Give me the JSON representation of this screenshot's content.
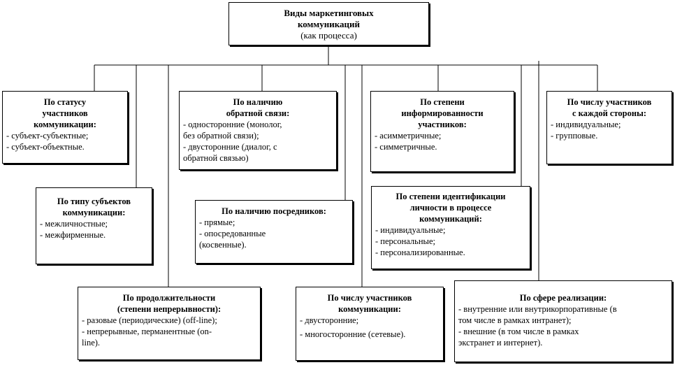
{
  "root": {
    "title_lines": [
      "Виды маркетинговых",
      "коммуникаций"
    ],
    "subtitle": "(как процесса)"
  },
  "boxes": {
    "status": {
      "title_lines": [
        "По статусу",
        "участников",
        "коммуникации:"
      ],
      "items": [
        "- субъект-субъектные;",
        "- субъект-объектные."
      ]
    },
    "feedback": {
      "title_lines": [
        "По наличию",
        "обратной связи:"
      ],
      "items": [
        "- односторонние (монолог,",
        "без обратной связи);",
        "- двусторонние (диалог, с",
        "обратной связью)"
      ]
    },
    "awareness": {
      "title_lines": [
        "По степени",
        "информированности",
        "участников:"
      ],
      "items": [
        "- асимметричные;",
        "- симметричные."
      ]
    },
    "participants_side": {
      "title_lines": [
        "По числу участников",
        "с каждой стороны:"
      ],
      "items": [
        "- индивидуальные;",
        "- групповые."
      ]
    },
    "subject_type": {
      "title_lines": [
        "По типу субъектов",
        "коммуникации:"
      ],
      "items": [
        "- межличностные;",
        "- межфирменные."
      ]
    },
    "intermediaries": {
      "title_lines": [
        "По наличию посредников:"
      ],
      "items": [
        "- прямые;",
        "- опосредованные",
        "(косвенные)."
      ]
    },
    "identification": {
      "title_lines": [
        "По степени идентификации",
        "личности в процессе",
        "коммуникаций:"
      ],
      "items": [
        "- индивидуальные;",
        "- персональные;",
        "- персонализированные."
      ]
    },
    "duration": {
      "title_lines": [
        "По продолжительности",
        "(степени непрерывности):"
      ],
      "items": [
        "- разовые (периодические) (off-line);",
        "- непрерывные, перманентные (on-",
        "line)."
      ]
    },
    "participants_comm": {
      "title_lines": [
        "По числу участников",
        "коммуникации:"
      ],
      "items": [
        "- двусторонние;",
        "- многосторонние (сетевые)."
      ]
    },
    "sphere": {
      "title_lines": [
        "По сфере реализации:"
      ],
      "items": [
        "- внутренние или внутрикорпоративные (в",
        "том числе в рамках интранет);",
        "- внешние (в том числе в рамках",
        "экстранет и интернет)."
      ]
    }
  }
}
